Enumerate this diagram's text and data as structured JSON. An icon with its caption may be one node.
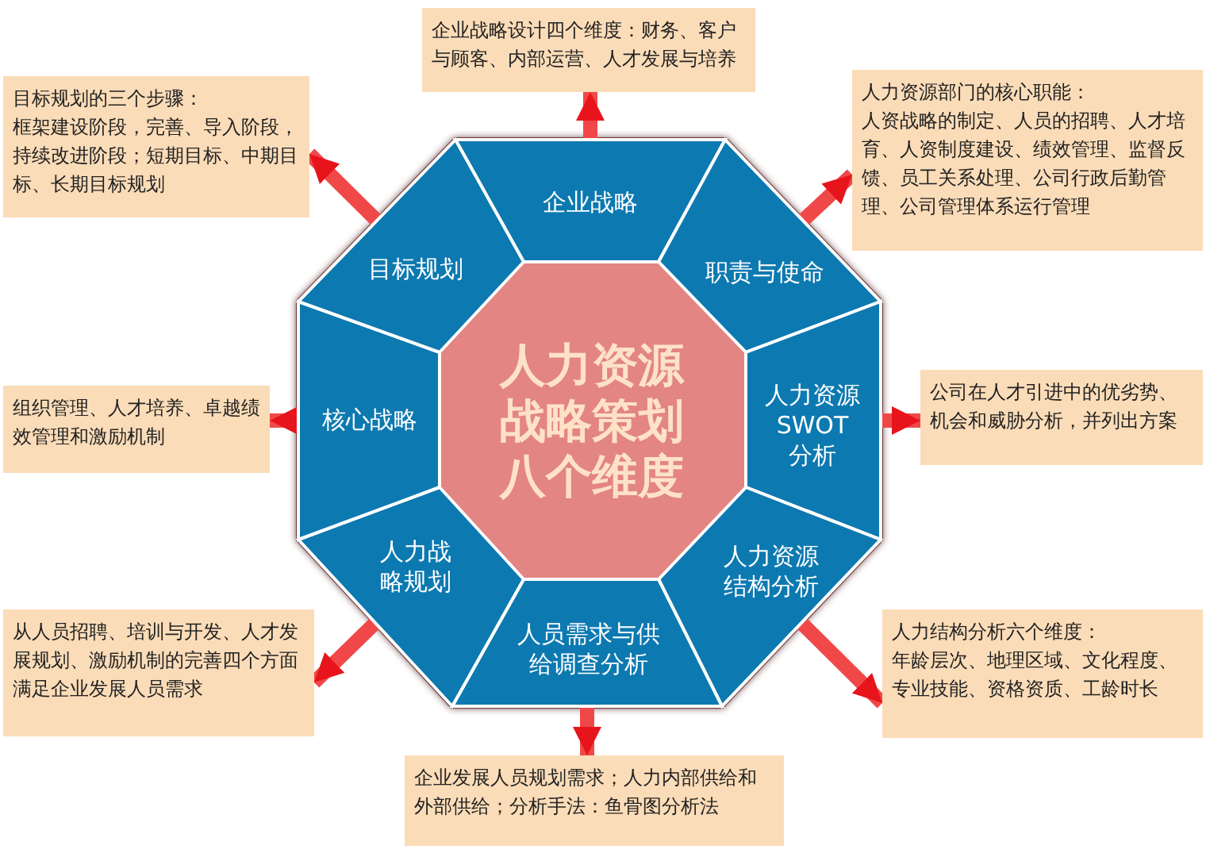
{
  "diagram": {
    "nodes": [
      {
        "text": [
          "人力资源战略策划八个维度"
        ]
      },
      {
        "text": [
          "企业战略"
        ]
      },
      {
        "text": [
          "职责与使命"
        ]
      },
      {
        "text": [
          "人力资源SWOT分析"
        ]
      },
      {
        "text": [
          "人力资源结构分析"
        ]
      },
      {
        "text": [
          "人员需求与供给调查分析"
        ]
      },
      {
        "text": [
          "人力战略规划"
        ]
      },
      {
        "text": [
          "核心战略"
        ]
      },
      {
        "text": [
          "目标规划"
        ]
      },
      {
        "text": [
          "企业战略设计四个维度：财务、客户与顾客、内部运营、人才发展与培养"
        ]
      },
      {
        "text": [
          "人力资源部门的核心职能：",
          "人资战略的制定、人员的招聘、人才培育、人资制度建设、绩效管理、监督反馈、员工关系处理、公司行政后勤管理、公司管理体系运行管理"
        ]
      },
      {
        "text": [
          "公司在人才引进中的优劣势、机会和威胁分析，并列出方案"
        ]
      },
      {
        "text": [
          "人力结构分析六个维度：",
          "年龄层次、地理区域、文化程度、专业技能、资格资质、工龄时长"
        ]
      },
      {
        "text": [
          "企业发展人员规划需求；人力内部供给和外部供给；分析手法：鱼骨图分析法"
        ]
      },
      {
        "text": [
          "从人员招聘、培训与开发、人才发展规划、激励机制的完善四个方面满足企业发展人员需求"
        ]
      },
      {
        "text": [
          "组织管理、人才培养、卓越绩效管理和激励机制"
        ]
      },
      {
        "text": [
          "目标规划的三个步骤：",
          "框架建设阶段，完善、导入阶段，持续改进阶段；短期目标、中期目标、长期目标规划"
        ]
      }
    ],
    "edges": [
      {
        "from": 1,
        "to": 9,
        "arrow": "to"
      },
      {
        "from": 2,
        "to": 10,
        "arrow": "to"
      },
      {
        "from": 3,
        "to": 11,
        "arrow": "to"
      },
      {
        "from": 4,
        "to": 12,
        "arrow": "to"
      },
      {
        "from": 5,
        "to": 13,
        "arrow": "to"
      },
      {
        "from": 6,
        "to": 14,
        "arrow": "to"
      },
      {
        "from": 7,
        "to": 15,
        "arrow": "to"
      },
      {
        "from": 8,
        "to": 16,
        "arrow": "to"
      }
    ]
  }
}
